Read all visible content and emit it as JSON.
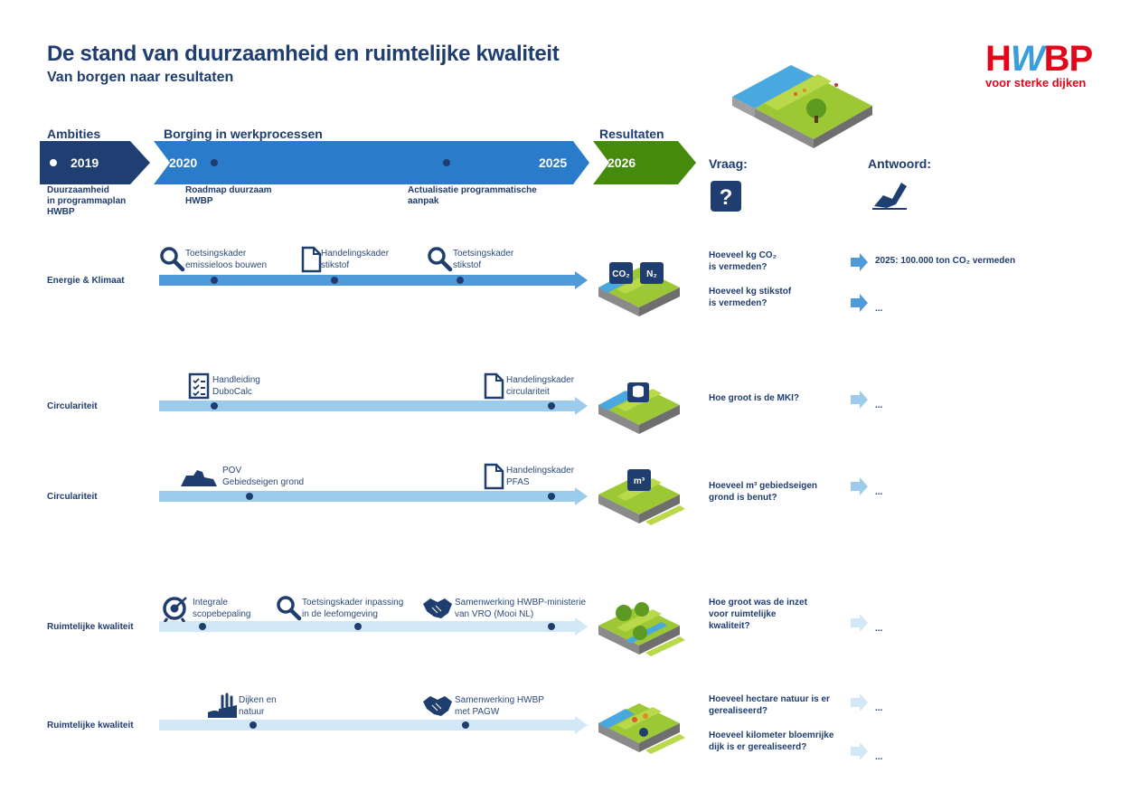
{
  "header": {
    "title": "De stand van duurzaamheid en ruimtelijke kwaliteit",
    "subtitle": "Van borgen naar resultaten"
  },
  "logo": {
    "text_h": "H",
    "text_w": "W",
    "text_bp": "BP",
    "tagline": "voor sterke dijken"
  },
  "phases": {
    "ambities": "Ambities",
    "borging": "Borging in werkprocessen",
    "resultaten": "Resultaten",
    "years": [
      "2019",
      "2020",
      "2025",
      "2026"
    ],
    "milestones": [
      "Duurzaamheid\nin programmaplan\nHWBP",
      "Roadmap duurzaam\nHWBP",
      "Actualisatie programmatische\naanpak"
    ]
  },
  "columns": {
    "vraag": "Vraag:",
    "antwoord": "Antwoord:"
  },
  "colors": {
    "navy": "#1f3d6e",
    "phase_dark": "#1f3f73",
    "phase_blue": "#2b7bcb",
    "phase_green": "#468a0c",
    "row_strong": "#4f9ad8",
    "row_mid": "#9dcbec",
    "row_light": "#d2e8f6"
  },
  "rows": [
    {
      "label": "Energie & Klimaat",
      "items": [
        {
          "icon": "search-icon",
          "text": "Toetsingskader\nemissieloos bouwen"
        },
        {
          "icon": "document-icon",
          "text": "Handelingskader\nstikstof"
        },
        {
          "icon": "search-icon",
          "text": "Toetsingskader\nstikstof"
        }
      ],
      "badges": [
        "CO₂",
        "N₂"
      ],
      "questions": [
        {
          "q": "Hoeveel kg CO₂\nis vermeden?",
          "a": "2025: 100.000 ton CO₂ vermeden"
        },
        {
          "q": "Hoeveel kg stikstof\nis vermeden?",
          "a": "..."
        }
      ]
    },
    {
      "label": "Circulariteit",
      "items": [
        {
          "icon": "checklist-icon",
          "text": "Handleiding\nDuboCalc"
        },
        {
          "icon": "document-icon",
          "text": "Handelingskader\ncirculariteit"
        }
      ],
      "badges": [
        "database"
      ],
      "questions": [
        {
          "q": "Hoe groot is de MKI?",
          "a": "..."
        }
      ]
    },
    {
      "label": "Circulariteit",
      "items": [
        {
          "icon": "soil-pile-icon",
          "text": "POV\nGebiedseigen grond"
        },
        {
          "icon": "document-icon",
          "text": "Handelingskader\nPFAS"
        }
      ],
      "badges": [
        "m³"
      ],
      "questions": [
        {
          "q": "Hoeveel m³ gebiedseigen\ngrond is benut?",
          "a": "..."
        }
      ]
    },
    {
      "label": "Ruimtelijke kwaliteit",
      "items": [
        {
          "icon": "target-icon",
          "text": "Integrale\nscopebepaling"
        },
        {
          "icon": "search-icon",
          "text": "Toetsingskader inpassing\nin de leefomgeving"
        },
        {
          "icon": "handshake-icon",
          "text": "Samenwerking HWBP-ministerie\nvan VRO (Mooi NL)"
        }
      ],
      "badges": [],
      "questions": [
        {
          "q": "Hoe groot was de inzet\nvoor ruimtelijke\nkwaliteit?",
          "a": "..."
        }
      ]
    },
    {
      "label": "Ruimtelijke kwaliteit",
      "items": [
        {
          "icon": "reeds-icon",
          "text": "Dijken en\nnatuur"
        },
        {
          "icon": "handshake-icon",
          "text": "Samenwerking HWBP\nmet PAGW"
        }
      ],
      "badges": [],
      "questions": [
        {
          "q": "Hoeveel hectare natuur is er\ngerealiseerd?",
          "a": "..."
        },
        {
          "q": "Hoeveel kilometer bloemrijke\ndijk is er gerealiseerd?",
          "a": "..."
        }
      ]
    }
  ]
}
